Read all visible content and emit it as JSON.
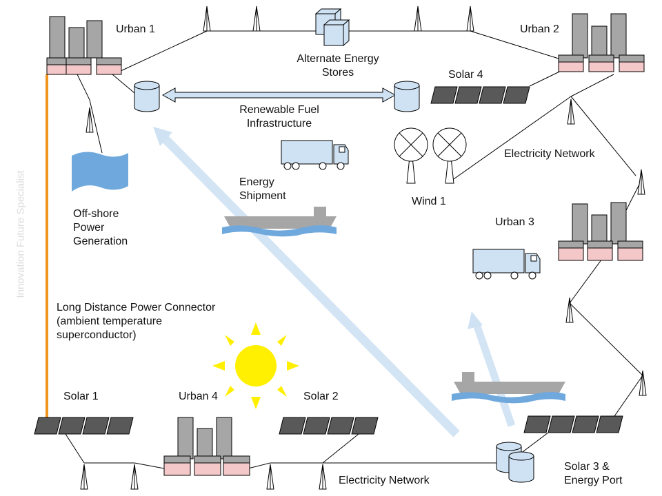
{
  "labels": {
    "urban1": "Urban 1",
    "urban2": "Urban 2",
    "urban3": "Urban 3",
    "urban4": "Urban 4",
    "alternate_energy_stores": "Alternate Energy\nStores",
    "solar4": "Solar 4",
    "renewable_fuel": "Renewable Fuel\nInfrastructure",
    "electricity_network_top": "Electricity Network",
    "energy_shipment": "Energy\nShipment",
    "wind1": "Wind 1",
    "offshore": "Off-shore\nPower\nGeneration",
    "long_distance": "Long Distance Power Connector\n(ambient temperature\nsuperconductor)",
    "solar1": "Solar 1",
    "solar2": "Solar 2",
    "electricity_network_bottom": "Electricity Network",
    "solar3": "Solar 3 &\nEnergy Port",
    "watermark": "Innovation Future Specialist"
  },
  "colors": {
    "connector": "#f0941e",
    "building": "#a6a6a6",
    "building_base": "#f4c7c8",
    "storage": "#cfe2f3",
    "arrow": "#cfe2f3",
    "sun": "#ffef00",
    "water": "#6fa8dc",
    "ship": "#a6a6a6",
    "panel": "#595959",
    "offshore": "#6fa8dc"
  }
}
